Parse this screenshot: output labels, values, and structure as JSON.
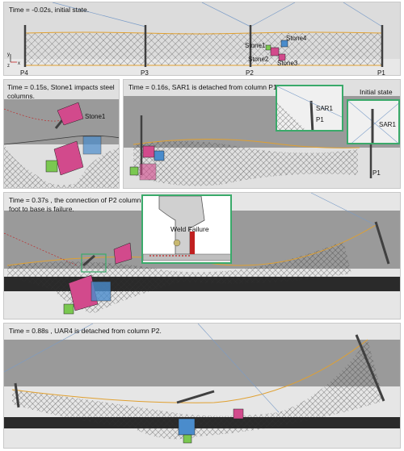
{
  "panel1": {
    "caption": "Time = -0.02s,   initial state.",
    "columns": [
      "P4",
      "P3",
      "P2",
      "P1"
    ],
    "stones": [
      "Stone1",
      "Stone2",
      "Stone3",
      "Stone4"
    ],
    "axis_y": "y",
    "axis_z": "z",
    "axis_x": "x"
  },
  "panel2": {
    "caption": "Time = 0.15s,   Stone1 impacts steel\ncolumns.",
    "stone_label": "Stone1"
  },
  "panel3": {
    "caption": "Time = 0.16s, SAR1 is detached from column P1.",
    "inset_left_label": "SAR1",
    "inset_left_col": "P1",
    "inset_right_title": "Initial state",
    "inset_right_label": "SAR1",
    "main_col": "P1"
  },
  "panel4": {
    "caption": "Time = 0.37s ,  the connection of P2 column\nfoot to base is failure.",
    "inset_label": "Weld Failure"
  },
  "panel5": {
    "caption": "Time = 0.88s ,   UAR4 is detached from column P2."
  },
  "colors": {
    "panel_bg": "#e6e6e6",
    "sky": "#9a9a9a",
    "ground_band": "#2a2a2a",
    "inset_border": "#3aaa6a",
    "net": "#3a3a3a",
    "rope_top": "#e0a030",
    "rope_side": "#7a9cc8",
    "stone_pink": "#d24a8c",
    "stone_blue": "#4a8ccc",
    "stone_green": "#7ac850",
    "column": "#404040"
  }
}
